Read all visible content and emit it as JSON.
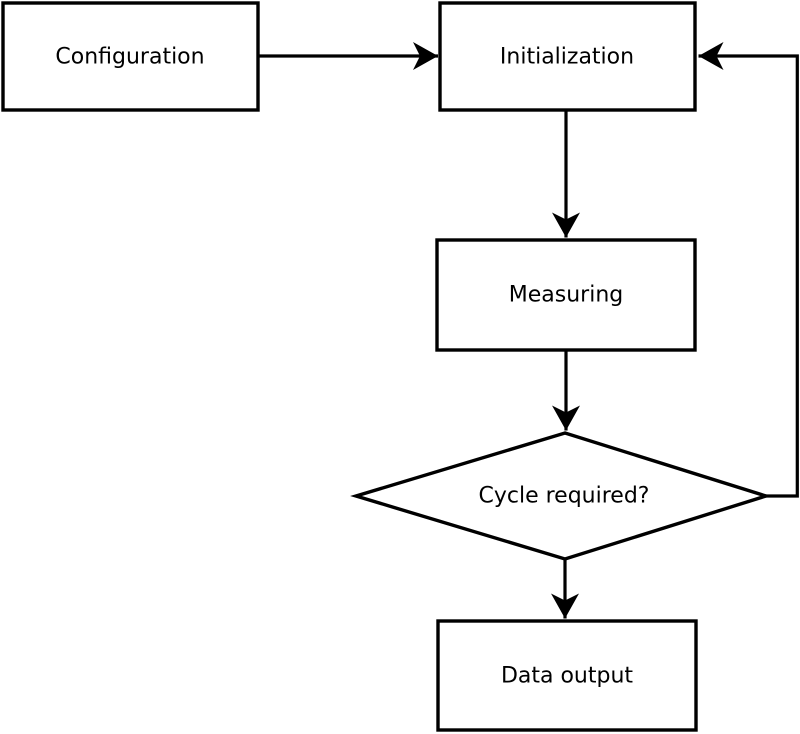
{
  "diagram": {
    "type": "flowchart",
    "colors": {
      "background": "#ffffff",
      "stroke": "#000000",
      "text": "#000000",
      "node_fill": "#ffffff"
    },
    "nodes": {
      "configuration": {
        "label": "Configuration",
        "shape": "rectangle"
      },
      "initialization": {
        "label": "Initialization",
        "shape": "rectangle"
      },
      "measuring": {
        "label": "Measuring",
        "shape": "rectangle"
      },
      "cycle_required": {
        "label": "Cycle required?",
        "shape": "diamond"
      },
      "data_output": {
        "label": "Data output",
        "shape": "rectangle"
      }
    },
    "edges": [
      {
        "from": "configuration",
        "to": "initialization",
        "style": "arrow",
        "route": "horizontal"
      },
      {
        "from": "initialization",
        "to": "measuring",
        "style": "arrow",
        "route": "vertical"
      },
      {
        "from": "measuring",
        "to": "cycle_required",
        "style": "arrow",
        "route": "vertical"
      },
      {
        "from": "cycle_required",
        "to": "data_output",
        "style": "arrow",
        "route": "vertical"
      },
      {
        "from": "cycle_required",
        "to": "initialization",
        "style": "arrow",
        "route": "right-side-feedback-loop"
      }
    ]
  }
}
